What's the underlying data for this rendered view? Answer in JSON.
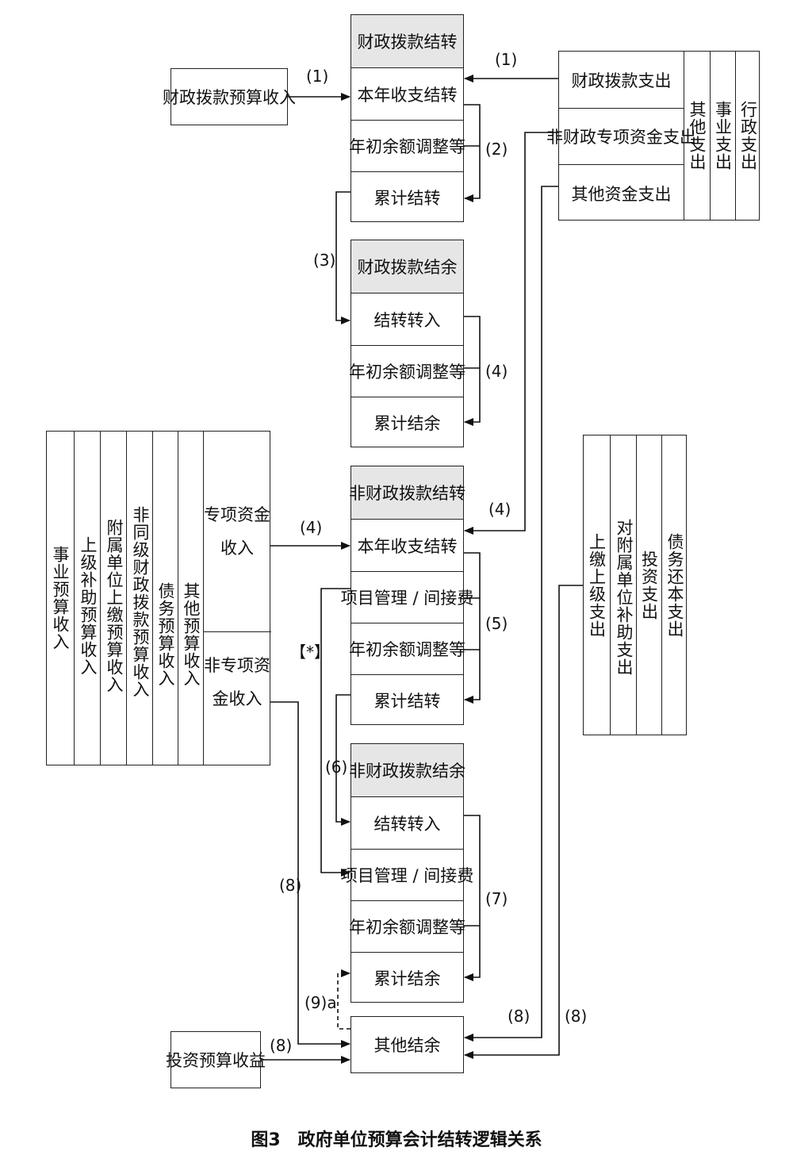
{
  "caption": "图3　政府单位预算会计结转逻辑关系",
  "boxes": {
    "fiscal_budget_income": "财政拨款预算收入",
    "invest_budget_income": "投资预算收益",
    "other_surplus": "其他结余"
  },
  "fiscal_carryover": {
    "header": "财政拨款结转",
    "rows": [
      "本年收支结转",
      "年初余额调整等",
      "累计结转"
    ]
  },
  "fiscal_surplus": {
    "header": "财政拨款结余",
    "rows": [
      "结转转入",
      "年初余额调整等",
      "累计结余"
    ]
  },
  "nonfiscal_carryover": {
    "header": "非财政拨款结转",
    "rows": [
      "本年收支结转",
      "项目管理 / 间接费",
      "年初余额调整等",
      "累计结转"
    ]
  },
  "nonfiscal_surplus": {
    "header": "非财政拨款结余",
    "rows": [
      "结转转入",
      "项目管理 / 间接费",
      "年初余额调整等",
      "累计结余"
    ]
  },
  "expense_panel": {
    "rows": [
      "财政拨款支出",
      "非财政专项资金支出",
      "其他资金支出"
    ],
    "columns": [
      "其他支出",
      "事业支出",
      "行政支出"
    ]
  },
  "income_panel": {
    "columns": [
      "事业预算收入",
      "上级补助预算收入",
      "附属单位上缴预算收入",
      "非同级财政拨款预算收入",
      "债务预算收入",
      "其他预算收入"
    ],
    "special": "专项资金收入",
    "special_line1": "专项资金",
    "special_line2": "收入",
    "nonspecial_line1": "非专项资",
    "nonspecial_line2": "金收入"
  },
  "right_panel": {
    "columns": [
      "上缴上级支出",
      "对附属单位补助支出",
      "投资支出",
      "债务还本支出"
    ]
  },
  "labels": {
    "l1a": "(1)",
    "l1b": "(1)",
    "l2": "(2)",
    "l3": "(3)",
    "l4a": "(4)",
    "l4b": "(4)",
    "l4c": "(4)",
    "l5": "(5)",
    "l6": "(6)",
    "l7": "(7)",
    "l8a": "(8)",
    "l8b": "(8)",
    "l8c": "(8)",
    "l8d": "(8)",
    "l9a": "(9)a",
    "star": "【*】"
  }
}
